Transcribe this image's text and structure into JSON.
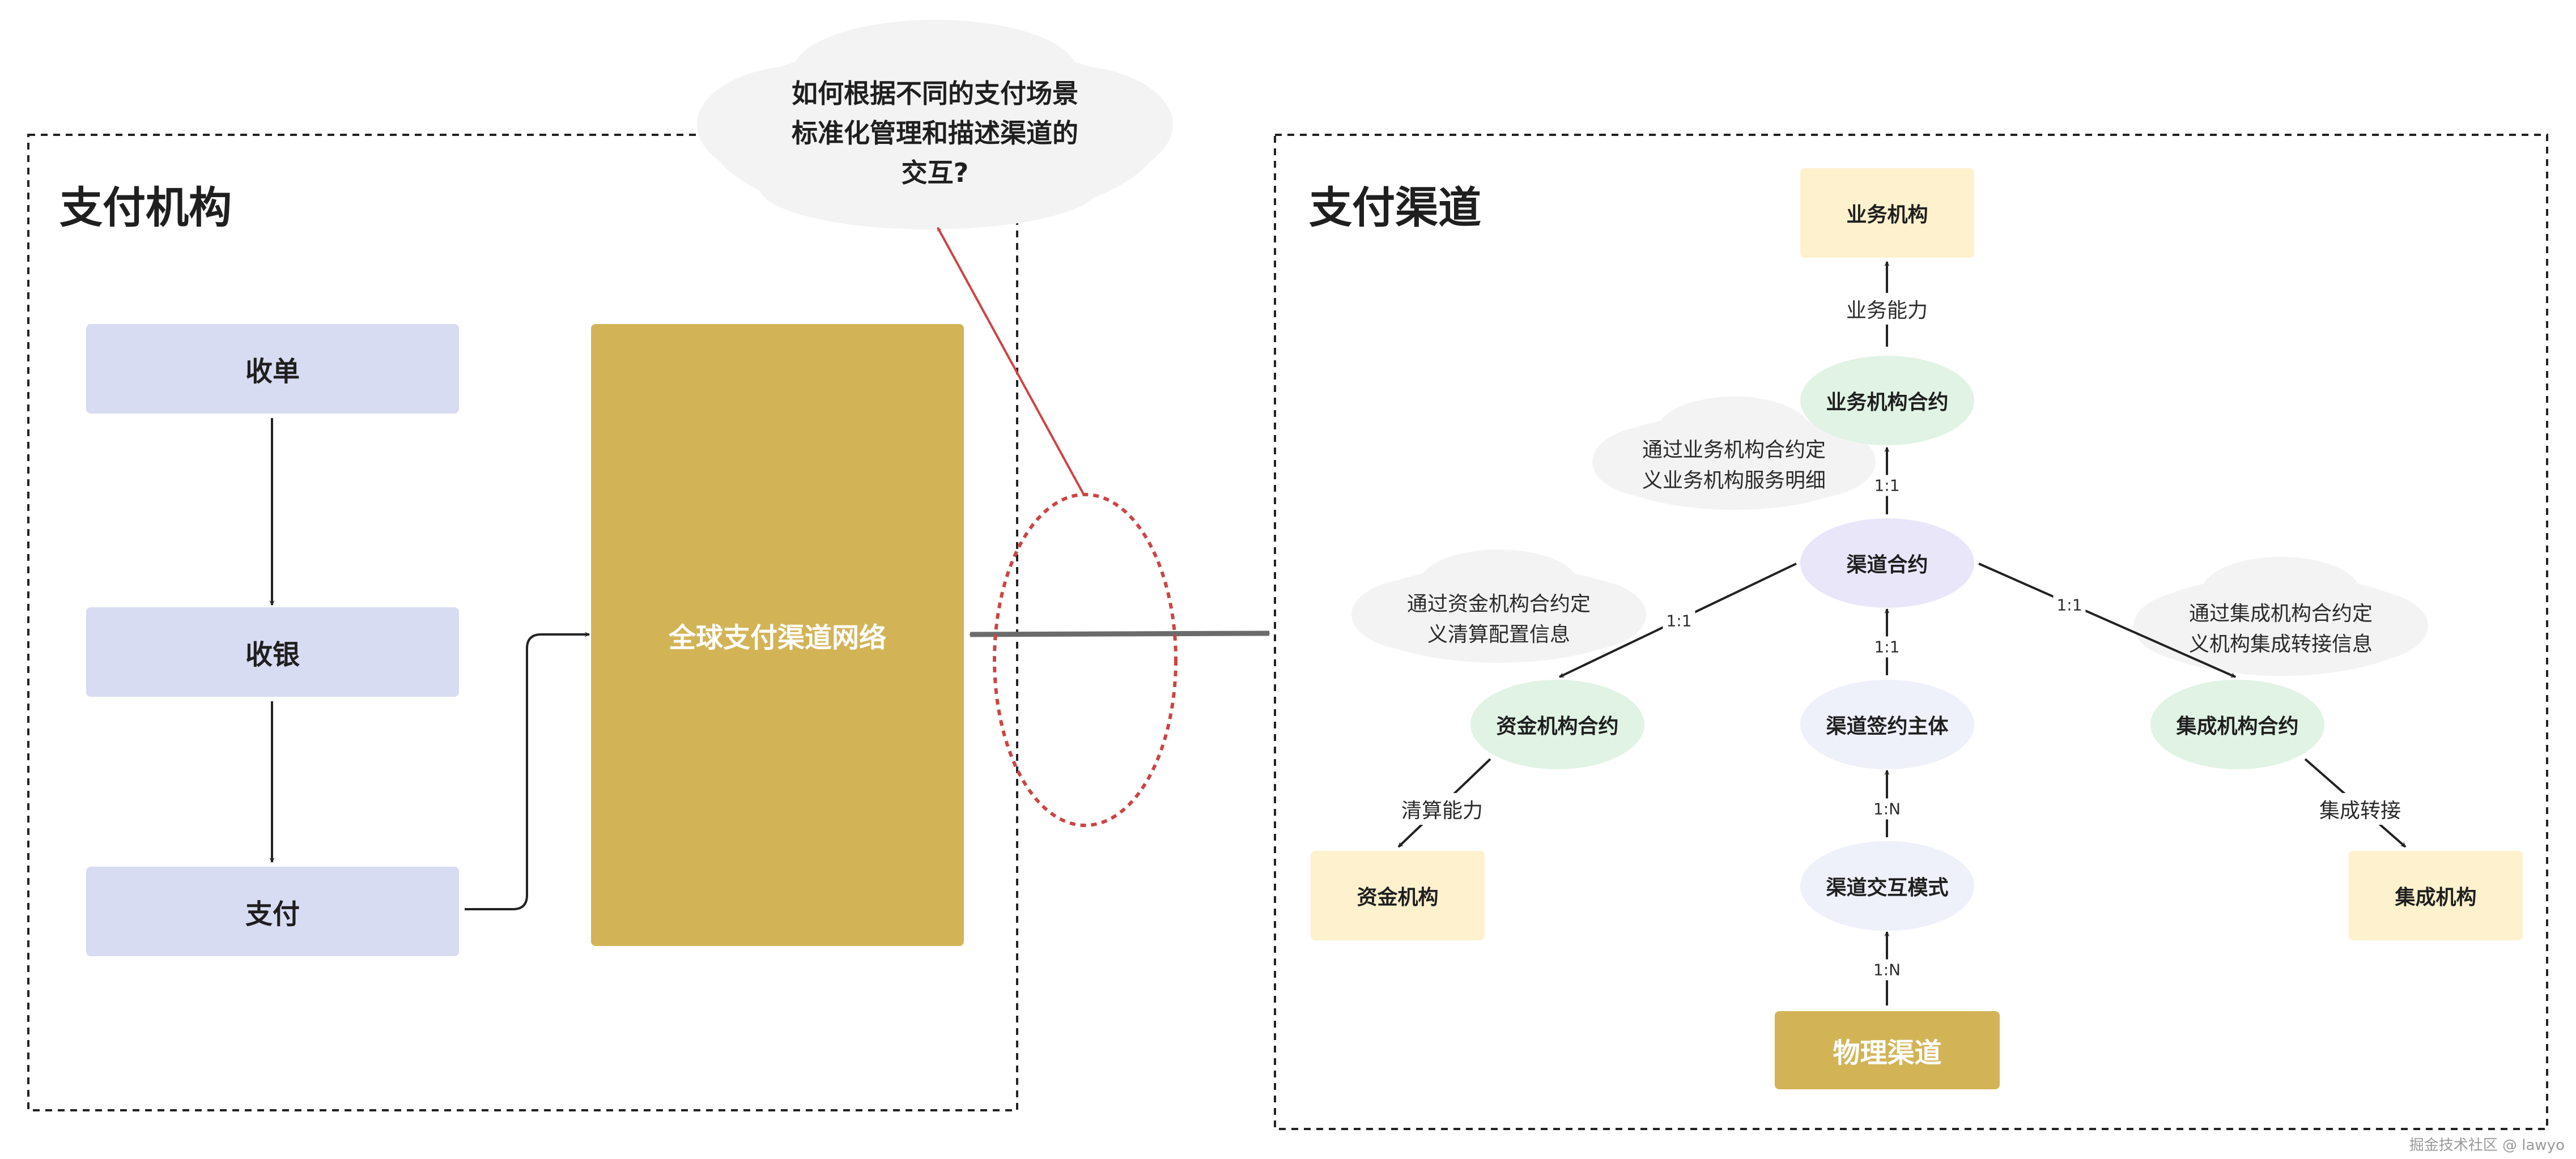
{
  "left_panel": {
    "title": "支付机构",
    "steps": [
      "收单",
      "收银",
      "支付"
    ],
    "network": "全球支付渠道网络"
  },
  "question_cloud": {
    "lines": [
      "如何根据不同的支付场景",
      "标准化管理和描述渠道的",
      "交互?"
    ]
  },
  "right_panel": {
    "title": "支付渠道",
    "nodes": {
      "business_org": "业务机构",
      "business_contract": "业务机构合约",
      "channel_contract": "渠道合约",
      "fund_contract": "资金机构合约",
      "signing_entity": "渠道签约主体",
      "integration_contract": "集成机构合约",
      "fund_org": "资金机构",
      "interaction_mode": "渠道交互模式",
      "integration_org": "集成机构",
      "physical_channel": "物理渠道"
    },
    "edge_labels": {
      "business_capability": "业务能力",
      "clearing_capability": "清算能力",
      "integration_transfer": "集成转接",
      "r_business": "1:1",
      "r_fund": "1:1",
      "r_integration": "1:1",
      "r_signing": "1:1",
      "r_mode": "1:N",
      "r_physical": "1:N"
    },
    "notes": {
      "business": [
        "通过业务机构合约定",
        "义业务机构服务明细"
      ],
      "fund": [
        "通过资金机构合约定",
        "义清算配置信息"
      ],
      "integration": [
        "通过集成机构合约定",
        "义机构集成转接信息"
      ]
    }
  },
  "watermark": "掘金技术社区 @ lawyo",
  "colors": {
    "step_fill": "#d8dcf2",
    "network_fill": "#d2b457",
    "org_fill": "#fdf1ce",
    "contract_fill": "#e0f3e4",
    "channel_contract_fill": "#e9e6fa",
    "entity_fill": "#eef0fa",
    "annotation_red": "#cc4444",
    "arrow_gray": "#6b6b6b"
  }
}
